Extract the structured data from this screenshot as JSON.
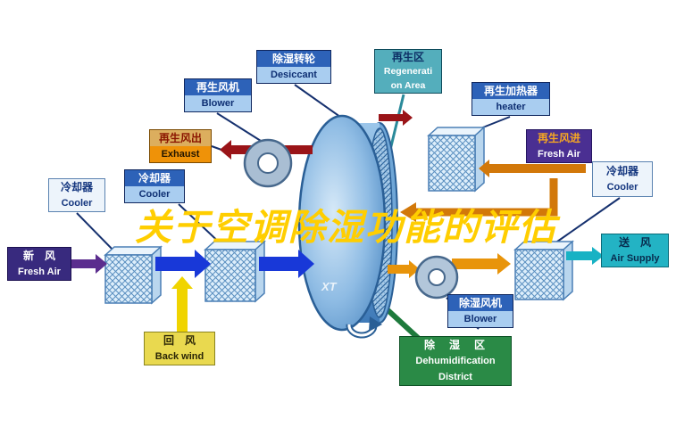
{
  "title": "关于空调除湿功能的评估",
  "watermark": "XT",
  "labels": {
    "desiccant": {
      "zh": "除湿转轮",
      "en": "Desiccant"
    },
    "regen_area": {
      "zh": "再生区",
      "en1": "Regenerati",
      "en2": "on Area"
    },
    "regen_blower": {
      "zh": "再生风机",
      "en": "Blower"
    },
    "regen_heater": {
      "zh": "再生加热器",
      "en": "heater"
    },
    "exhaust": {
      "zh": "再生风出",
      "en": "Exhaust"
    },
    "regen_fresh": {
      "zh": "再生风进",
      "en": "Fresh Air"
    },
    "cooler_left": {
      "zh": "冷却器",
      "en": "Cooler"
    },
    "cooler_mid": {
      "zh": "冷却器",
      "en": "Cooler"
    },
    "cooler_right": {
      "zh": "冷却器",
      "en": "Cooler"
    },
    "fresh_air": {
      "zh": "新　风",
      "en": "Fresh Air"
    },
    "air_supply": {
      "zh": "送　风",
      "en": "Air Supply"
    },
    "back_wind": {
      "zh": "回　风",
      "en": "Back wind"
    },
    "dehumid_blower": {
      "zh": "除湿风机",
      "en": "Blower"
    },
    "dehumid_area": {
      "zh": "除　湿　区",
      "en1": "Dehumidification",
      "en2": "District"
    }
  },
  "palette": {
    "title_yellow": "#ffce00",
    "process_blue": "#1838d8",
    "regen_red": "#9a1418",
    "regen_orange": "#d2780a",
    "supply_teal": "#18b2c4",
    "return_yellow": "#f0d400",
    "fresh_purple": "#5b2d8e",
    "dehumid_green": "#2a8a46"
  }
}
